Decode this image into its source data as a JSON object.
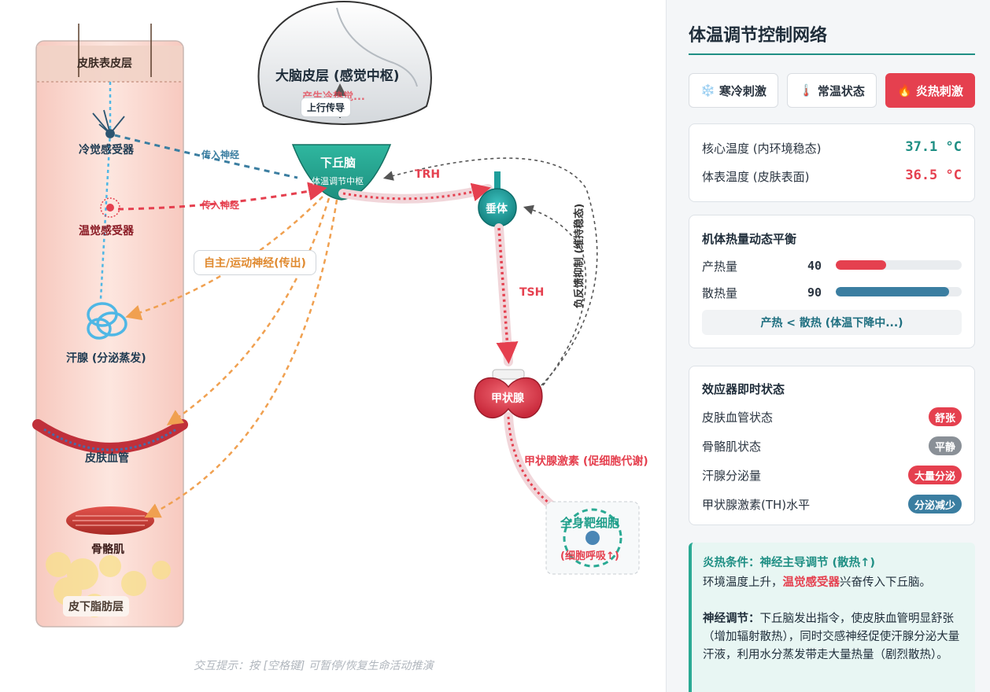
{
  "diagram": {
    "labels": {
      "epidermis": "皮肤表皮层",
      "cold_receptor": "冷觉感受器",
      "warm_receptor": "温觉感受器",
      "sweat_gland": "汗腺 (分泌蒸发)",
      "skin_vessel": "皮肤血管",
      "skeletal_muscle": "骨骼肌",
      "subcutaneous": "皮下脂肪层",
      "cortex": "大脑皮层 (感觉中枢)",
      "cortex_feeling": "产生冷热觉...",
      "ascending": "上行传导",
      "hypothalamus": "下丘脑",
      "hypothalamus_sub": "体温调节中枢",
      "afferent_cold": "传入神经",
      "afferent_warm": "传入神经",
      "efferent": "自主/运动神经(传出)",
      "trh": "TRH",
      "pituitary": "垂体",
      "tsh": "TSH",
      "thyroid": "甲状腺",
      "thyroid_hormone": "甲状腺激素 (促细胞代谢)",
      "target_cells": "全身靶细胞",
      "cell_respiration": "(细胞呼吸↑)",
      "feedback": "负反馈抑制 (维持稳态)"
    },
    "hint": "交互提示：按 [空格键] 可暂停/恢复生命活动推演",
    "colors": {
      "warm": "#e5404f",
      "cold": "#3b7ea1",
      "efferent": "#f0a050",
      "hypothalamus": "#2aaa94",
      "pituitary": "#1f9e9b"
    }
  },
  "panel": {
    "title": "体温调节控制网络",
    "modes": [
      {
        "icon": "❄️",
        "label": "寒冷刺激",
        "active": false
      },
      {
        "icon": "🌡️",
        "label": "常温状态",
        "active": false
      },
      {
        "icon": "🔥",
        "label": "炎热刺激",
        "active": true
      }
    ],
    "temps": {
      "core_label": "核心温度 (内环境稳态)",
      "core_value": "37.1 °C",
      "surface_label": "体表温度 (皮肤表面)",
      "surface_value": "36.5 °C"
    },
    "balance": {
      "title": "机体热量动态平衡",
      "heat_production_label": "产热量",
      "heat_production_value": 40,
      "heat_loss_label": "散热量",
      "heat_loss_value": 90,
      "max": 100,
      "status": "产热 < 散热 (体温下降中...)"
    },
    "effectors": {
      "title": "效应器即时状态",
      "rows": [
        {
          "label": "皮肤血管状态",
          "badge": "舒张",
          "color": "#e5404f"
        },
        {
          "label": "骨骼肌状态",
          "badge": "平静",
          "color": "#8a9097"
        },
        {
          "label": "汗腺分泌量",
          "badge": "大量分泌",
          "color": "#e5404f"
        },
        {
          "label": "甲状腺激素(TH)水平",
          "badge": "分泌减少",
          "color": "#3b7ea1"
        }
      ]
    },
    "info": {
      "title": "炎热条件：神经主导调节 (散热↑)",
      "p1_pre": "环境温度上升，",
      "p1_hl": "温觉感受器",
      "p1_post": "兴奋传入下丘脑。",
      "p2_bold": "神经调节：",
      "p2_text": "下丘脑发出指令，使皮肤血管明显舒张（增加辐射散热），同时交感神经促使汗腺分泌大量汗液，利用水分蒸发带走大量热量（剧烈散热）。"
    }
  }
}
